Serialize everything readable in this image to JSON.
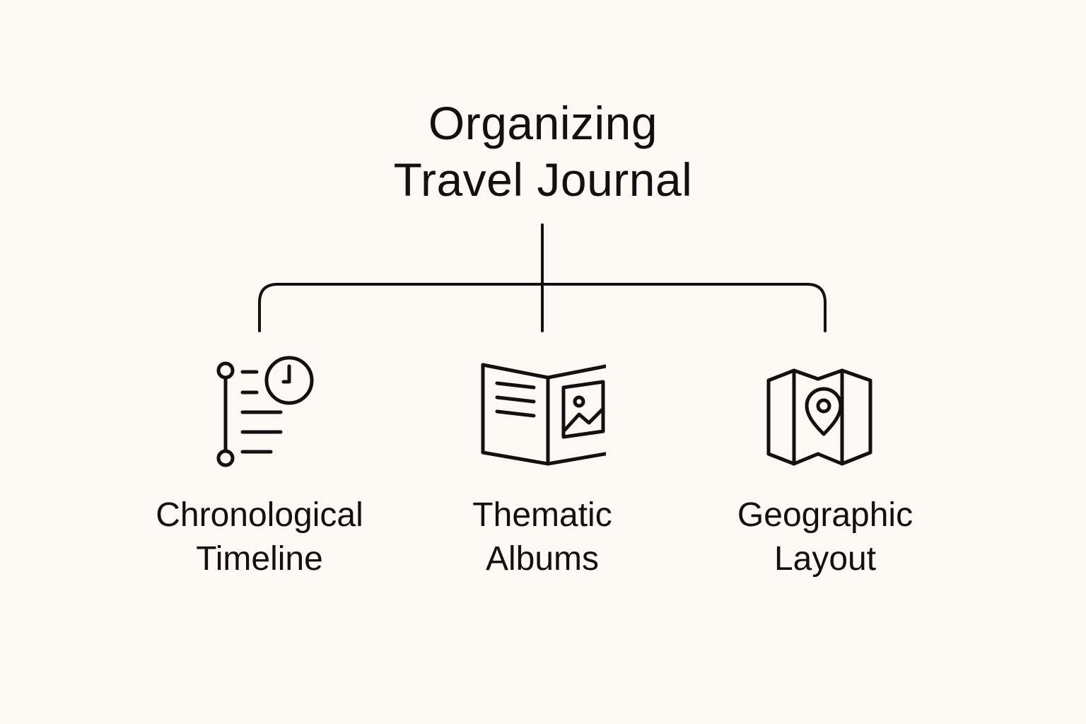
{
  "colors": {
    "background": "#FCF9F5",
    "ink": "#111111"
  },
  "title": {
    "line1": "Organizing",
    "line2": "Travel Journal"
  },
  "nodes": [
    {
      "icon": "timeline-clock-icon",
      "line1": "Chronological",
      "line2": "Timeline"
    },
    {
      "icon": "photo-album-icon",
      "line1": "Thematic",
      "line2": "Albums"
    },
    {
      "icon": "map-pin-icon",
      "line1": "Geographic",
      "line2": "Layout"
    }
  ]
}
